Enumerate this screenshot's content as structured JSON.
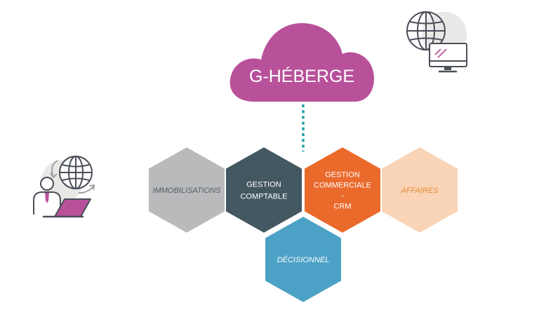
{
  "cloud": {
    "label": "G-HÉBERGE",
    "color": "#b8519a"
  },
  "connector": {
    "color": "#1f9ea8"
  },
  "modules": [
    {
      "key": "immobilisations",
      "lines": [
        "IMMOBILISATIONS"
      ],
      "style": "italic",
      "fill": "#b9babc",
      "text_color": "#555a60"
    },
    {
      "key": "gestion-comptable",
      "lines": [
        "GESTION",
        "COMPTABLE"
      ],
      "style": "normal",
      "fill": "#445862",
      "text_color": "#ffffff"
    },
    {
      "key": "gestion-commerciale-crm",
      "lines": [
        "GESTION",
        "COMMERCIALE",
        "-",
        "CRM"
      ],
      "style": "normal",
      "fill": "#ea6a2c",
      "text_color": "#ffffff"
    },
    {
      "key": "affaires",
      "lines": [
        "AFFAIRES"
      ],
      "style": "italic",
      "fill": "#f9d4b6",
      "text_color": "#e58a3a"
    },
    {
      "key": "decisionnel",
      "lines": [
        "DÉCISIONNEL"
      ],
      "style": "italic",
      "fill": "#4ca1c6",
      "text_color": "#ffffff"
    }
  ],
  "icons": {
    "globe_monitor": "globe-monitor-icon",
    "remote_worker": "remote-worker-icon",
    "outline_color": "#4a4e58",
    "accent_color": "#b8519a",
    "circle_color": "#e8e8e6"
  }
}
